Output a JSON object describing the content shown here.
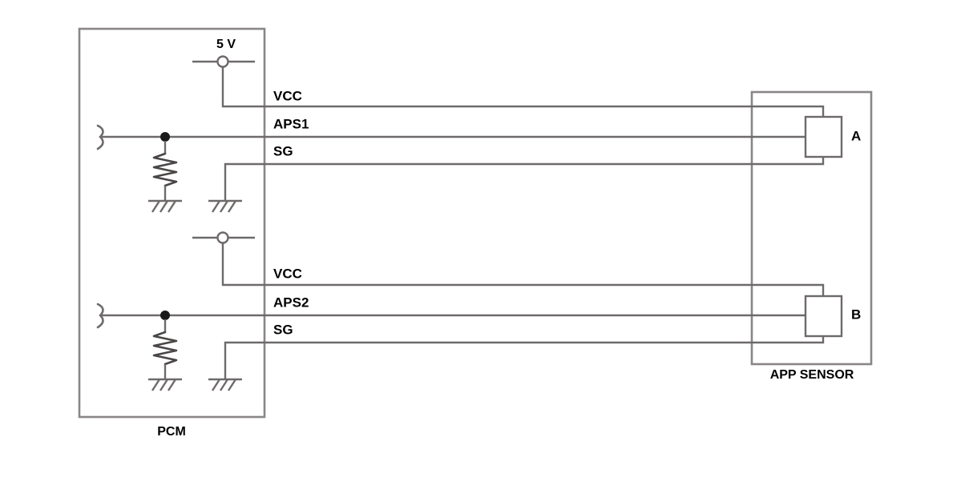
{
  "diagram": {
    "title_present": false,
    "type": "automotive-wiring-schematic",
    "colors": {
      "wire": "#6e6a6a",
      "box_outline": "#8a8686",
      "text": "#000000",
      "node_dot": "#1a1a1a",
      "background": "#ffffff"
    }
  },
  "pcm": {
    "label": "PCM",
    "supply_label": "5 V",
    "circuits": [
      {
        "id": "circuit-1",
        "terminal_labels": [
          "VCC",
          "APS1",
          "SG"
        ],
        "has_supply_label": true,
        "supply_label": "5 V",
        "has_pullup_resistor": true,
        "ground_count": 2
      },
      {
        "id": "circuit-2",
        "terminal_labels": [
          "VCC",
          "APS2",
          "SG"
        ],
        "has_supply_label": false,
        "supply_label": "",
        "has_pullup_resistor": true,
        "ground_count": 2
      }
    ]
  },
  "app_sensor": {
    "label": "APP SENSOR",
    "elements": [
      {
        "id": "sensor-a",
        "label": "A"
      },
      {
        "id": "sensor-b",
        "label": "B"
      }
    ]
  },
  "labels": {
    "vcc_1": "VCC",
    "aps1": "APS1",
    "sg_1": "SG",
    "vcc_2": "VCC",
    "aps2": "APS2",
    "sg_2": "SG",
    "five_volt": "5 V",
    "pcm": "PCM",
    "app_sensor": "APP SENSOR",
    "sensor_a": "A",
    "sensor_b": "B"
  }
}
